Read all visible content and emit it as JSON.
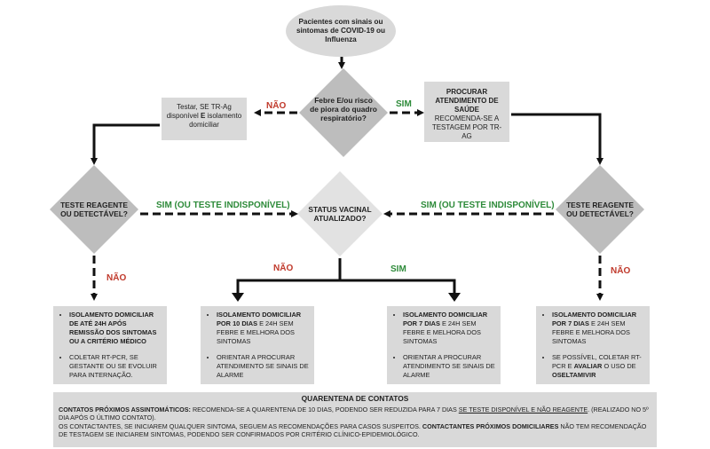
{
  "start": "Pacientes com sinais ou sintomas de COVID-19 ou Influenza",
  "d1": "Febre E/ou risco de piora do quadro respiratório?",
  "d2": "TESTE REAGENTE OU DETECTÁVEL?",
  "d3": "STATUS VACINAL ATUALIZADO?",
  "d4": "TESTE REAGENTE OU DETECTÁVEL?",
  "left_box": {
    "a": "Testar,  SE TR-Ag disponível ",
    "b": "E",
    "c": " isolamento domiciliar"
  },
  "right_box": {
    "title": "PROCURAR ATENDIMENTO DE SAÚDE",
    "body": "RECOMENDA-SE A TESTAGEM POR TR-AG"
  },
  "labels": {
    "nao": "NÃO",
    "sim": "SIM",
    "sim_indisp": "SIM (OU TESTE INDISPONÍVEL)"
  },
  "box1": {
    "i1": "ISOLAMENTO DOMICILIAR DE ATÉ 24H APÓS REMISSÃO DOS SINTOMAS OU A CRITÉRIO MÉDICO",
    "i2": "COLETAR RT-PCR, SE GESTANTE OU SE EVOLUIR PARA INTERNAÇÃO."
  },
  "box2": {
    "i1a": "ISOLAMENTO DOMICILIAR POR 10 DIAS",
    "i1b": " E 24H SEM FEBRE E MELHORA DOS SINTOMAS",
    "i2": "ORIENTAR A PROCURAR ATENDIMENTO SE SINAIS DE ALARME"
  },
  "box3": {
    "i1a": "ISOLAMENTO DOMICILIAR POR 7 DIAS",
    "i1b": " E 24H SEM FEBRE E MELHORA DOS SINTOMAS",
    "i2": "ORIENTAR A PROCURAR ATENDIMENTO SE SINAIS DE ALARME"
  },
  "box4": {
    "i1a": "ISOLAMENTO DOMICILIAR POR 7 DIAS",
    "i1b": " E 24H SEM FEBRE E MELHORA DOS SINTOMAS",
    "i2a": "SE POSSÍVEL, COLETAR RT-PCR E ",
    "i2b": "AVALIAR",
    "i2c": " O USO DE ",
    "i2d": "OSELTAMIVIR"
  },
  "quarantine": {
    "title": "QUARENTENA DE CONTATOS",
    "l1a": "CONTATOS  PRÓXIMOS ASSINTOMÁTICOS:",
    "l1b": " RECOMENDA-SE A QUARENTENA DE 10 DIAS, PODENDO SER REDUZIDA PARA 7 DIAS ",
    "l1c": "SE TESTE DISPONÍVEL E NÃO REAGENTE",
    "l1d": ". (REALIZADO NO 5º DIA APÓS O ÚLTIMO CONTATO).",
    "l2a": "OS CONTACTANTES, SE INICIAREM QUALQUER SINTOMA, SEGUEM AS  RECOMENDAÇÕES PARA CASOS SUSPEITOS. ",
    "l2b": "CONTACTANTES PRÓXIMOS DOMICILIARES",
    "l2c": " NÃO TEM RECOMENDAÇÃO DE TESTAGEM SE INICIAREM SINTOMAS, PODENDO SER CONFIRMADOS POR CRITÉRIO CLÍNICO-EPIDEMIOLÓGICO."
  }
}
